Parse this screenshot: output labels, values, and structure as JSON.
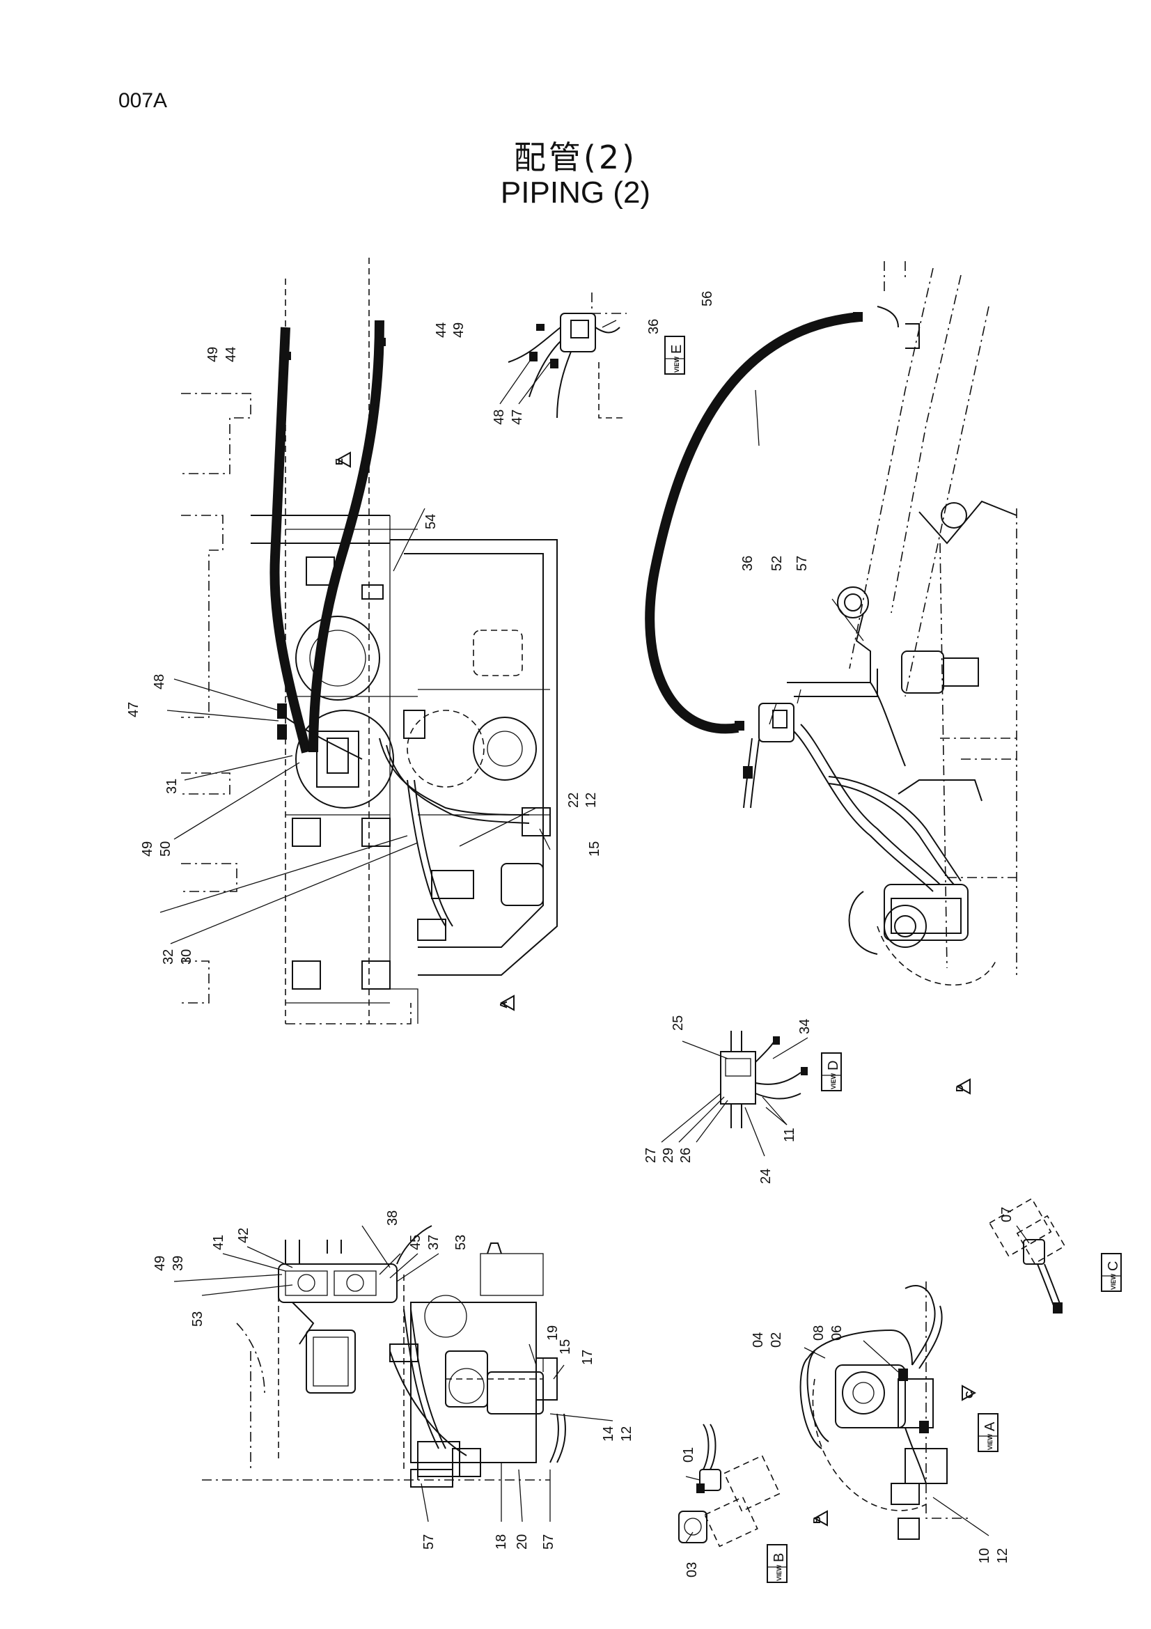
{
  "header": {
    "page_code": "007A",
    "title_ja": "配管(2)",
    "title_en": "PIPING (2)"
  },
  "views": {
    "main": {
      "part_numbers": [
        "49",
        "44",
        "44",
        "49",
        "54",
        "48",
        "47",
        "31",
        "49",
        "50",
        "22",
        "12",
        "15",
        "32",
        "30"
      ]
    },
    "view_e": {
      "label": "E",
      "part_numbers": [
        "36",
        "48",
        "47"
      ]
    },
    "side": {
      "part_numbers": [
        "56",
        "36",
        "52",
        "57"
      ]
    },
    "view_d": {
      "label": "D",
      "part_numbers": [
        "25",
        "34",
        "11",
        "27",
        "29",
        "26",
        "24"
      ]
    },
    "lower_left": {
      "part_numbers": [
        "38",
        "49",
        "39",
        "41",
        "42",
        "45",
        "37",
        "53",
        "53",
        "19",
        "15",
        "17",
        "14",
        "12",
        "57",
        "18",
        "20",
        "57"
      ]
    },
    "view_c": {
      "label": "C",
      "part_numbers": [
        "07"
      ]
    },
    "view_a": {
      "label": "A",
      "part_numbers": [
        "04",
        "02",
        "08",
        "06",
        "10",
        "12"
      ]
    },
    "view_b": {
      "label": "B",
      "part_numbers": [
        "01",
        "03"
      ]
    }
  },
  "view_markers": [
    "E",
    "A",
    "D",
    "C",
    "B"
  ],
  "view_tag_small": "VIEW"
}
